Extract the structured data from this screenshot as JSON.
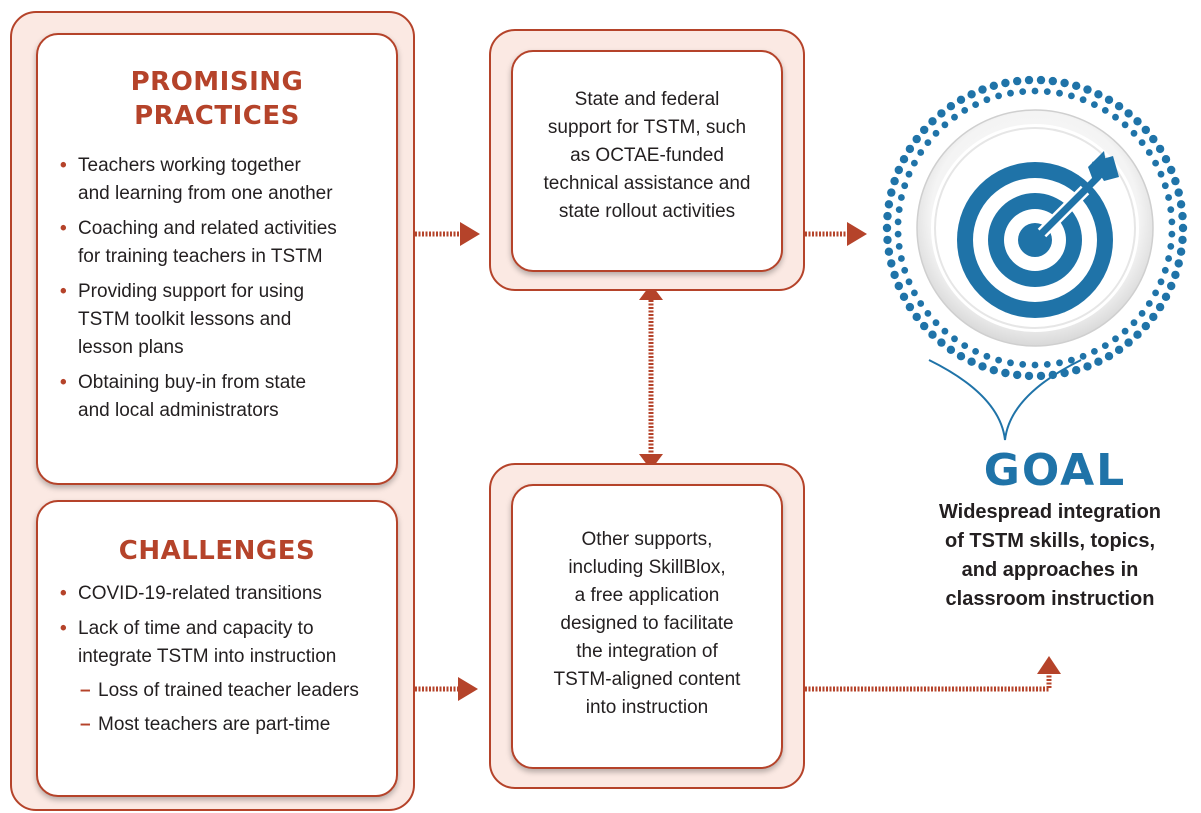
{
  "promising_practices": {
    "heading_lines": [
      "PROMISING",
      "PRACTICES"
    ],
    "items": [
      {
        "lines": [
          "Teachers working together",
          "and learning from one another"
        ]
      },
      {
        "lines": [
          "Coaching and related activities",
          "for training teachers in TSTM"
        ]
      },
      {
        "lines": [
          "Providing support for using",
          "TSTM toolkit lessons and",
          "lesson plans"
        ]
      },
      {
        "lines": [
          "Obtaining buy-in from state",
          "and local administrators"
        ]
      }
    ]
  },
  "challenges": {
    "heading": "CHALLENGES",
    "items": [
      {
        "lines": [
          "COVID-19-related transitions"
        ]
      },
      {
        "lines": [
          "Lack of time and capacity to",
          "integrate TSTM into instruction"
        ]
      }
    ],
    "sub_items": [
      "Loss of trained teacher leaders",
      "Most teachers are part-time"
    ]
  },
  "state_support": {
    "lines": [
      "State and federal",
      "support for TSTM, such",
      "as OCTAE-funded",
      "technical assistance and",
      "state rollout activities"
    ]
  },
  "other_supports": {
    "lines": [
      "Other supports,",
      "including SkillBlox,",
      "a free application",
      "designed to facilitate",
      "the integration of",
      "TSTM-aligned content",
      "into instruction"
    ]
  },
  "goal": {
    "title": "GOAL",
    "lines": [
      "Widespread integration",
      "of TSTM skills, topics,",
      "and approaches in",
      "classroom instruction"
    ],
    "icon": "target-bullseye-icon"
  },
  "colors": {
    "accent_red": "#b5432a",
    "panel_tint": "#fbe9e3",
    "goal_blue": "#1f73a8",
    "dot_blue": "#1f73a8"
  }
}
